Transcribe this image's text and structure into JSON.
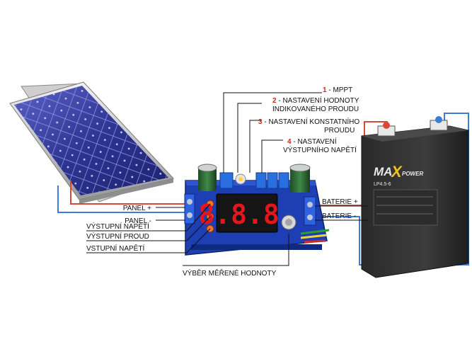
{
  "annotations": [
    {
      "num": "1",
      "text": " - MPPT"
    },
    {
      "num": "2",
      "text": " - NASTAVENÍ HODNOTY",
      "line2": "INDIKOVANÉHO PROUDU"
    },
    {
      "num": "3",
      "text": " - NASTAVENÍ KONSTATNÍHO",
      "line2": "PROUDU"
    },
    {
      "num": "4",
      "text": " - NASTAVENÍ",
      "line2": "VÝSTUPNÍHO NAPĚTÍ"
    }
  ],
  "left_labels": {
    "panel_plus": "PANEL +",
    "panel_minus": "PANEL -",
    "output_voltage": "VÝSTUPNÍ NAPĚTÍ",
    "output_current": "VÝSTUPNÍ PROUD",
    "input_voltage": "VSTUPNÍ NAPĚTÍ"
  },
  "right_labels": {
    "battery_plus": "BATERIE +",
    "battery_minus": "BATERIE -"
  },
  "bottom_label": "VÝBĚR MĚŘENÉ HODNOTY",
  "display": {
    "digits": "8.8.8."
  },
  "battery": {
    "brand_a": "MA",
    "brand_b": "X",
    "brand_c": "POWER",
    "model": "LP4.5-6"
  },
  "colors": {
    "positive_wire": "#d94a35",
    "negative_wire": "#3a7fd5",
    "digit_red": "#e8141c"
  }
}
